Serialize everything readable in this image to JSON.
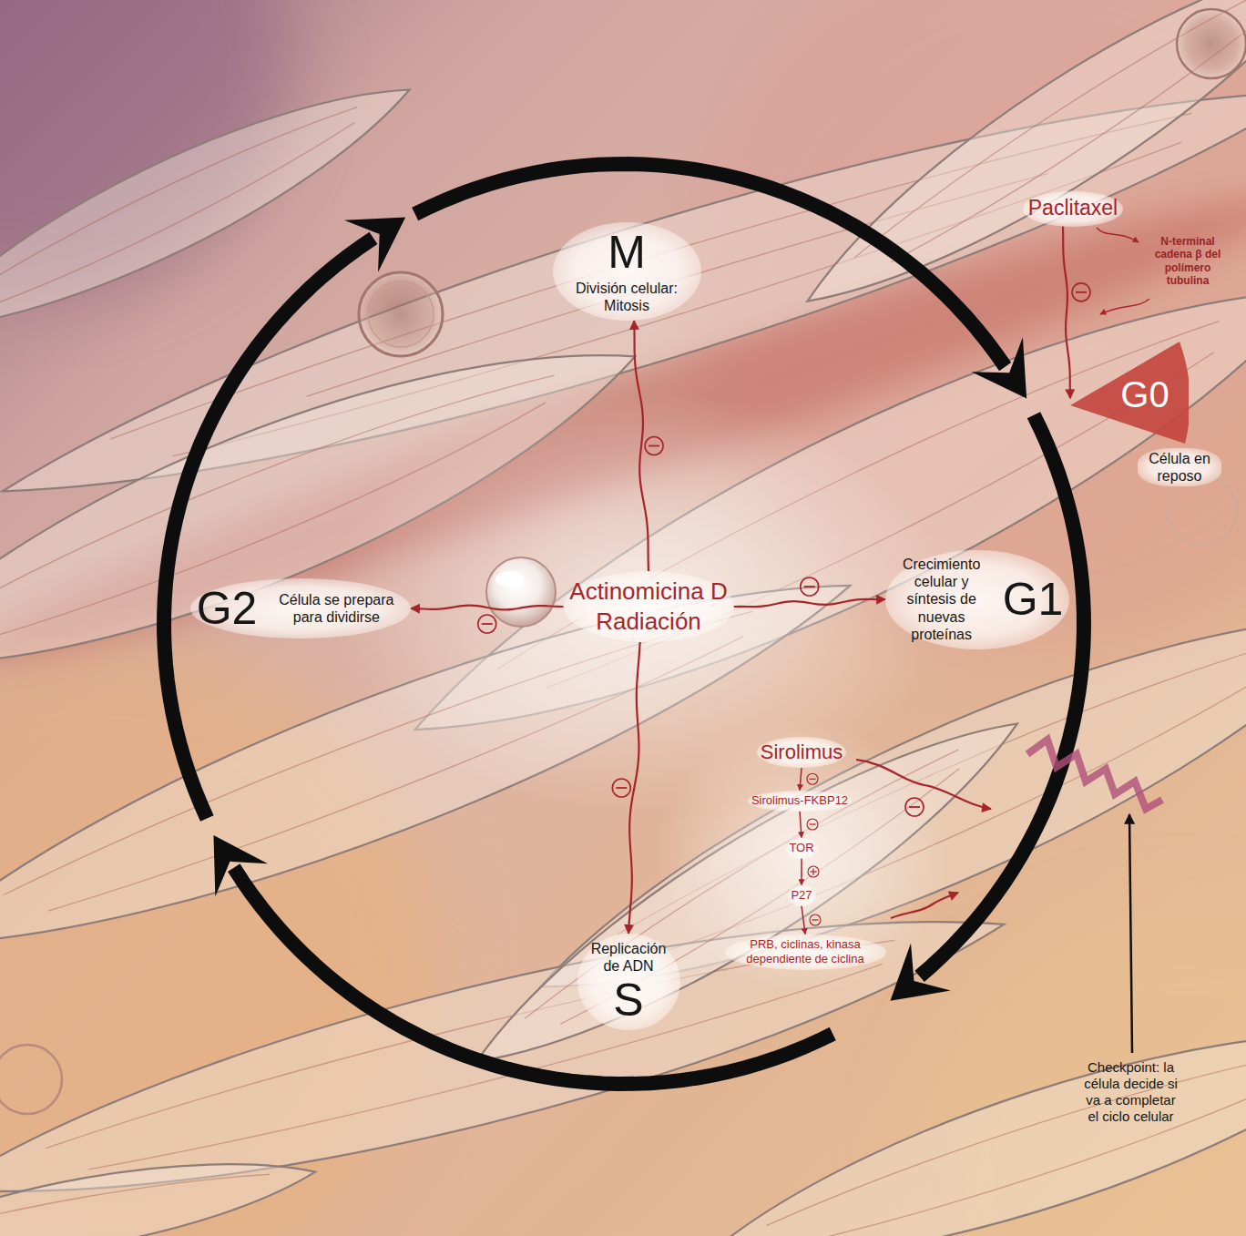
{
  "diagram": {
    "nodes": [
      {
        "text": [
          "M",
          "División celular: Mitosis"
        ]
      },
      {
        "text": [
          "Paclitaxel"
        ]
      },
      {
        "text": [
          "G0",
          "Célula en reposo"
        ]
      },
      {
        "text": [
          "G2",
          "Célula se prepara para dividirse"
        ]
      },
      {
        "text": [
          "Actinomicina D",
          "Radiación"
        ]
      },
      {
        "text": [
          "Crecimiento celular y síntesis de nuevas proteínas",
          "G1"
        ]
      },
      {
        "text": [
          "Sirolimus"
        ]
      },
      {
        "text": [
          "Sirolimus-FKBP12"
        ]
      },
      {
        "text": [
          "TOR"
        ]
      },
      {
        "text": [
          "P27"
        ]
      },
      {
        "text": [
          "PRB, ciclinas, kinasa dependiente de ciclina"
        ]
      },
      {
        "text": [
          "Replicación de ADN",
          "S"
        ]
      }
    ],
    "edges": [
      {
        "from": 0,
        "to": 5,
        "arrow": "to"
      },
      {
        "from": 5,
        "to": 11,
        "arrow": "to"
      },
      {
        "from": 11,
        "to": 3,
        "arrow": "to"
      },
      {
        "from": 3,
        "to": 0,
        "arrow": "to"
      },
      {
        "from": 1,
        "to": 2,
        "arrow": "to"
      },
      {
        "from": 4,
        "to": 0,
        "arrow": "to"
      },
      {
        "from": 4,
        "to": 5,
        "arrow": "to"
      },
      {
        "from": 4,
        "to": 3,
        "arrow": "to"
      },
      {
        "from": 4,
        "to": 11,
        "arrow": "to"
      },
      {
        "from": 6,
        "to": 7,
        "arrow": "to"
      },
      {
        "from": 7,
        "to": 8,
        "arrow": "to"
      },
      {
        "from": 8,
        "to": 9,
        "arrow": "to"
      },
      {
        "from": 9,
        "to": 10,
        "arrow": "to"
      }
    ],
    "labels": [
      "N-terminal cadena β del polímero tubulina",
      "Checkpoint: la célula decide si va a completar el ciclo celular"
    ]
  }
}
